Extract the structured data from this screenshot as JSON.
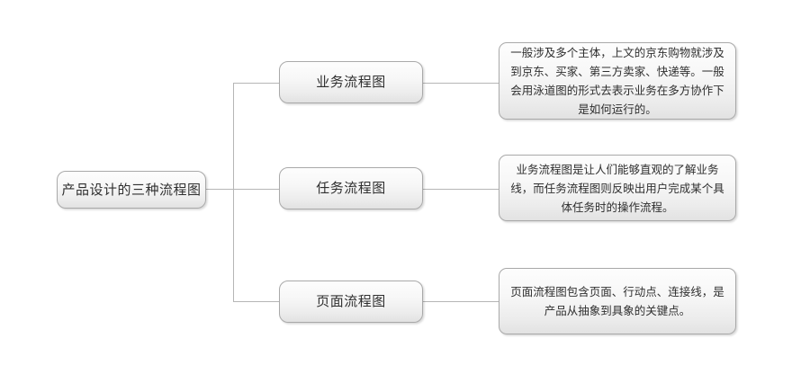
{
  "diagram": {
    "type": "mind-map-flowchart",
    "root": {
      "label": "产品设计的三种流程图"
    },
    "branches": [
      {
        "label": "业务流程图",
        "description": "一般涉及多个主体，上文的京东购物就涉及到京东、买家、第三方卖家、快递等。一般会用泳道图的形式去表示业务在多方协作下是如何运行的。"
      },
      {
        "label": "任务流程图",
        "description": "业务流程图是让人们能够直观的了解业务线，而任务流程图则反映出用户完成某个具体任务时的操作流程。"
      },
      {
        "label": "页面流程图",
        "description": "页面流程图包含页面、行动点、连接线，是产品从抽象到具象的关键点。"
      }
    ],
    "colors": {
      "background": "#ffffff",
      "node_border": "#a9a9a9",
      "node_fill_top": "#fdfdfd",
      "node_fill_bottom": "#e2e2e2",
      "connector": "#b6b6b6",
      "text": "#2f2f2f"
    }
  }
}
